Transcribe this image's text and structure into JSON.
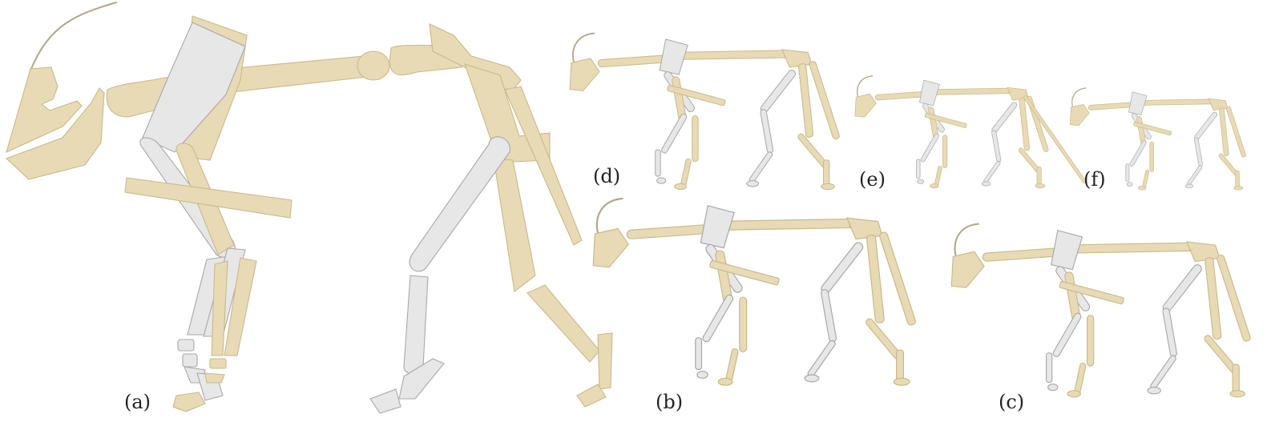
{
  "figure": {
    "labels": {
      "a": "(a)",
      "b": "(b)",
      "c": "(c)",
      "d": "(d)",
      "e": "(e)",
      "f": "(f)"
    },
    "colors": {
      "tan_fill": "#e8dab4",
      "tan_stroke": "#c9b98a",
      "grey_fill": "#e7e7e7",
      "grey_stroke": "#a8a8a8",
      "tail": "#b3a785"
    }
  }
}
